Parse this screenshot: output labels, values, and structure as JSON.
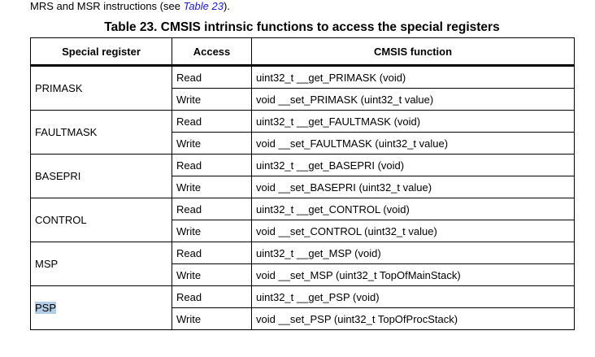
{
  "intro": {
    "prefix": "MRS and MSR instructions (see ",
    "link": "Table 23",
    "suffix": ")."
  },
  "title": "Table 23. CMSIS intrinsic functions to access the special registers",
  "headers": [
    "Special register",
    "Access",
    "CMSIS function"
  ],
  "rows": [
    {
      "register": "PRIMASK",
      "read": "uint32_t __get_PRIMASK (void)",
      "write": "void __set_PRIMASK (uint32_t value)"
    },
    {
      "register": "FAULTMASK",
      "read": "uint32_t __get_FAULTMASK (void)",
      "write": "void __set_FAULTMASK (uint32_t value)"
    },
    {
      "register": "BASEPRI",
      "read": "uint32_t __get_BASEPRI (void)",
      "write": "void __set_BASEPRI (uint32_t value)"
    },
    {
      "register": "CONTROL",
      "read": "uint32_t __get_CONTROL (void)",
      "write": "void __set_CONTROL (uint32_t value)"
    },
    {
      "register": "MSP",
      "read": "uint32_t __get_MSP (void)",
      "write": "void __set_MSP (uint32_t TopOfMainStack)"
    },
    {
      "register": "PSP",
      "read": "uint32_t __get_PSP (void)",
      "write": "void __set_PSP (uint32_t TopOfProcStack)"
    }
  ],
  "read_label": "Read",
  "write_label": "Write"
}
